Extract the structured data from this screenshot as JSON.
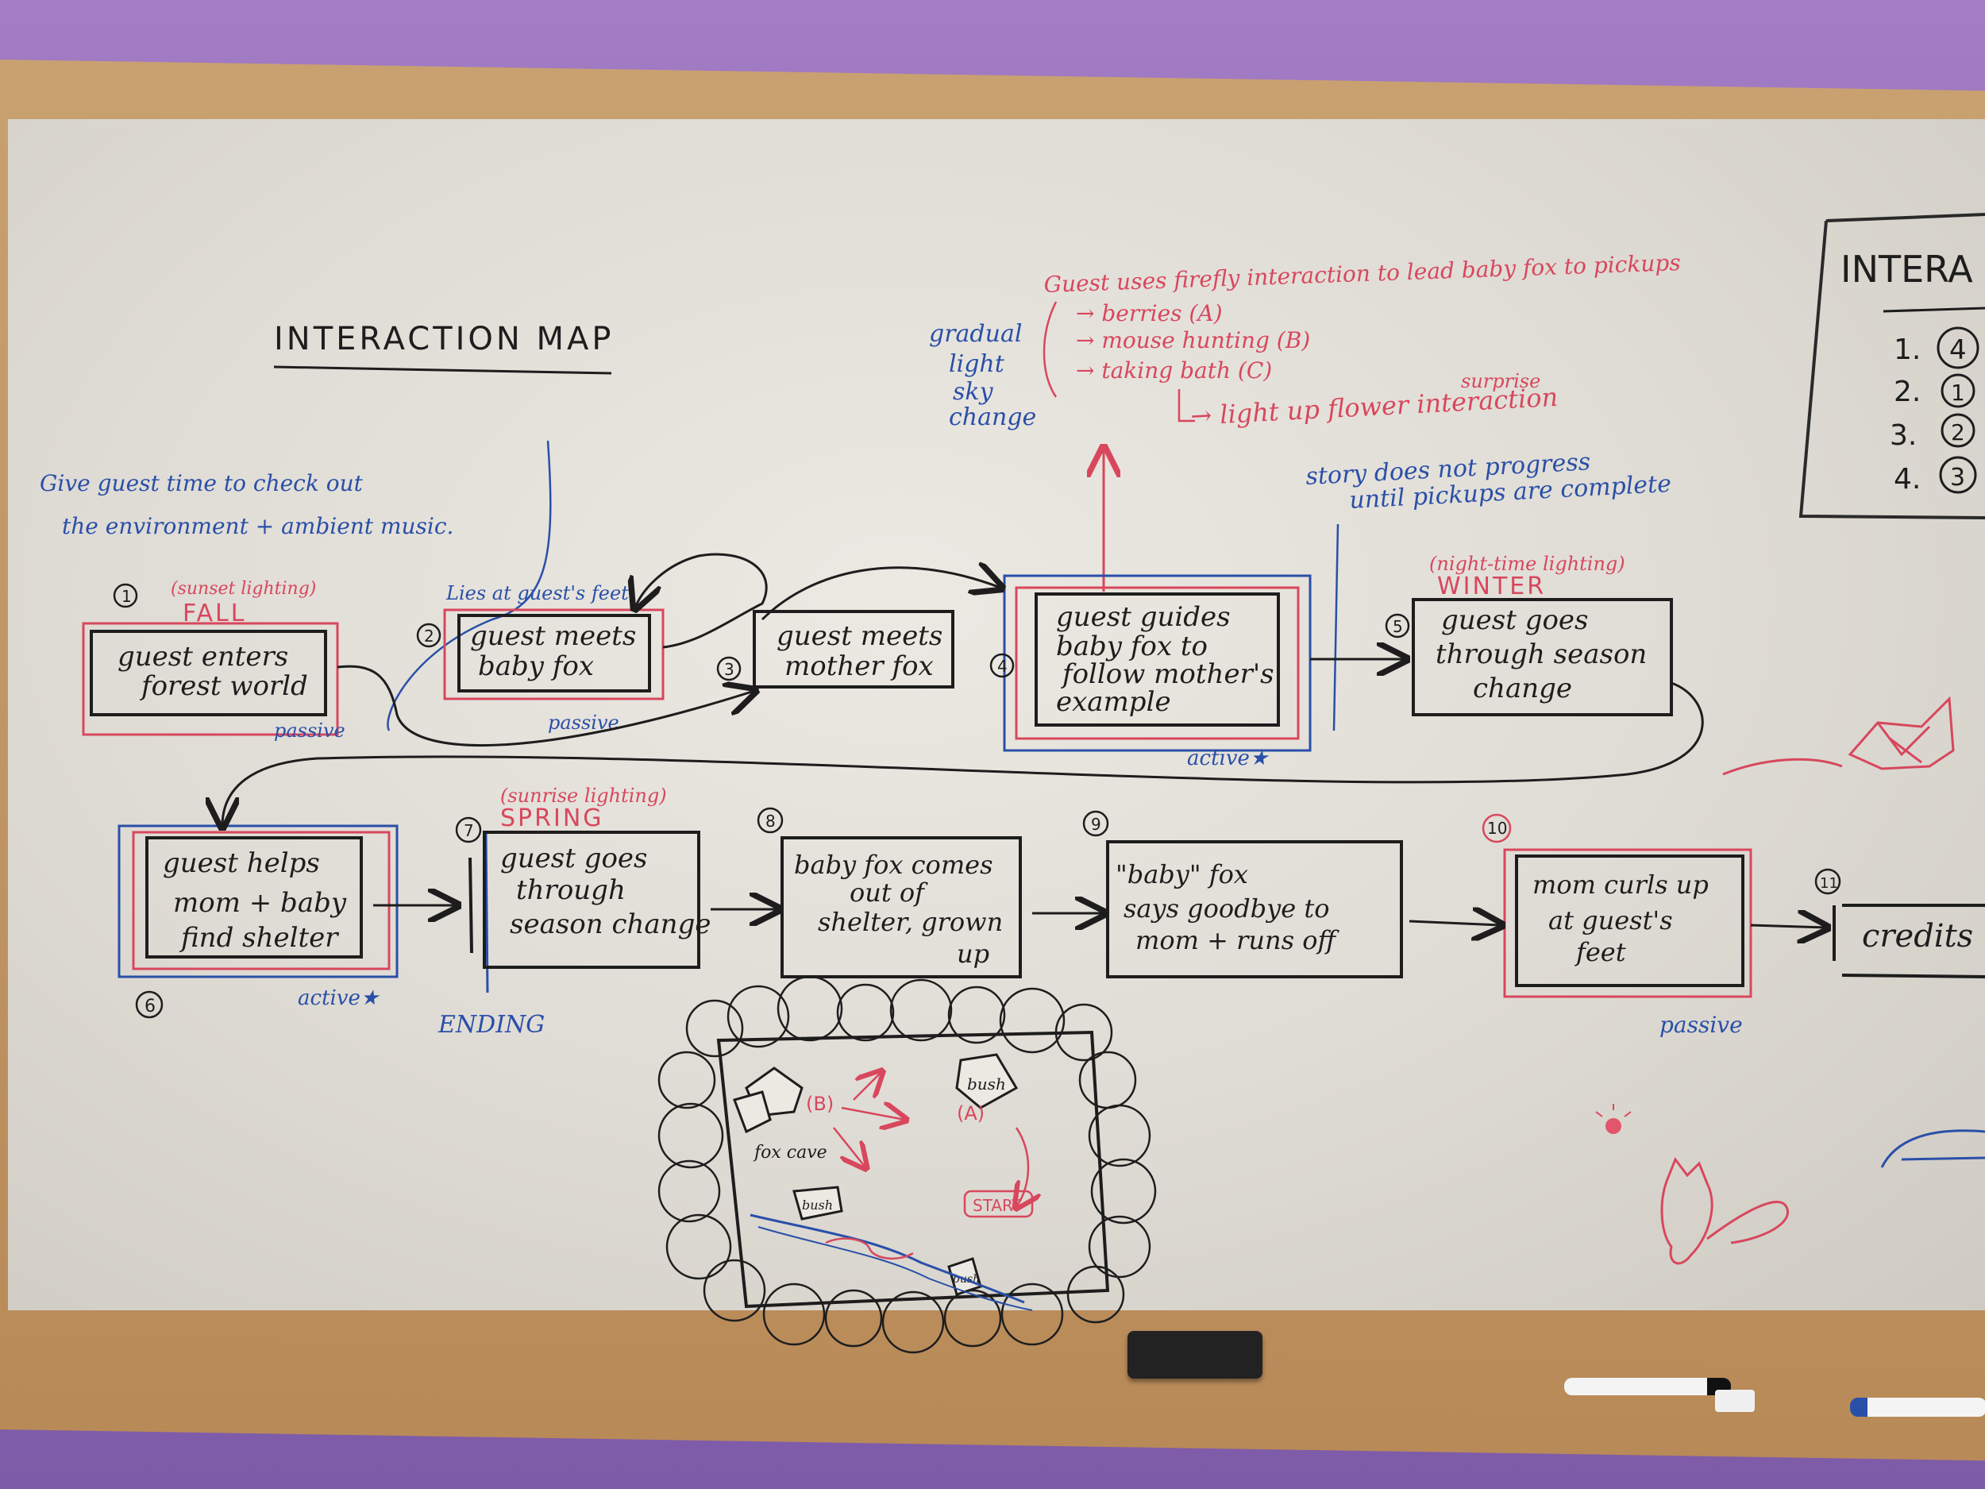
{
  "board": {
    "title": "INTERACTION MAP",
    "legend_title": "INTERA",
    "legend_items": [
      {
        "num": "1.",
        "value": "4"
      },
      {
        "num": "2.",
        "value": "1"
      },
      {
        "num": "3.",
        "value": "2"
      },
      {
        "num": "4.",
        "value": "3"
      }
    ]
  },
  "notes": {
    "give_time_line1": "Give guest time to check out",
    "give_time_line2": "the environment + ambient music.",
    "lies_at_feet": "Lies at guest's feet",
    "gradual_1": "gradual",
    "gradual_2": "light",
    "gradual_3": "sky",
    "gradual_4": "change",
    "firefly": "Guest uses firefly interaction to lead baby fox to pickups",
    "berries": "→ berries (A)",
    "mouse": "→ mouse hunting (B)",
    "bath": "→ taking bath (C)",
    "surprise": "surprise",
    "flower": "→ light up flower interaction",
    "story_1": "story does not progress",
    "story_2": "until pickups are complete",
    "ending": "ENDING"
  },
  "nodes": [
    {
      "num": "1",
      "season": "FALL",
      "lighting": "(sunset lighting)",
      "lines": [
        "guest enters",
        "forest world"
      ],
      "mode": "passive"
    },
    {
      "num": "2",
      "season": "",
      "lighting": "",
      "lines": [
        "guest meets",
        "baby fox"
      ],
      "mode": "passive"
    },
    {
      "num": "3",
      "season": "",
      "lighting": "",
      "lines": [
        "guest meets",
        "mother fox"
      ],
      "mode": ""
    },
    {
      "num": "4",
      "season": "",
      "lighting": "",
      "lines": [
        "guest guides",
        "baby fox to",
        "follow mother's",
        "example"
      ],
      "mode": "active★"
    },
    {
      "num": "5",
      "season": "WINTER",
      "lighting": "(night-time lighting)",
      "lines": [
        "guest goes",
        "through season",
        "change"
      ],
      "mode": ""
    },
    {
      "num": "6",
      "season": "",
      "lighting": "",
      "lines": [
        "guest helps",
        "mom + baby",
        "find shelter"
      ],
      "mode": "active★"
    },
    {
      "num": "7",
      "season": "SPRING",
      "lighting": "(sunrise lighting)",
      "lines": [
        "guest goes",
        "through",
        "season change"
      ],
      "mode": ""
    },
    {
      "num": "8",
      "season": "",
      "lighting": "",
      "lines": [
        "baby fox comes",
        "out of",
        "shelter, grown",
        "up"
      ],
      "mode": ""
    },
    {
      "num": "9",
      "season": "",
      "lighting": "",
      "lines": [
        "\"baby\" fox",
        "says goodbye to",
        "mom + runs off"
      ],
      "mode": ""
    },
    {
      "num": "10",
      "season": "",
      "lighting": "",
      "lines": [
        "mom curls up",
        "at guest's",
        "feet"
      ],
      "mode": "passive"
    },
    {
      "num": "11",
      "season": "",
      "lighting": "",
      "lines": [
        "credits"
      ],
      "mode": ""
    }
  ],
  "map_sketch": {
    "bush_a": "bush",
    "label_a": "(A)",
    "label_b": "(B)",
    "fox_cave": "fox cave",
    "start": "START",
    "bush_c": "bush",
    "bush_d": "bush"
  },
  "colors": {
    "black_ink": "#1d1d1d",
    "red_ink": "#d8475d",
    "blue_ink": "#2a4fa8",
    "board": "#e6e3dc",
    "frame": "#c29565",
    "wall": "#8a6ab0"
  }
}
